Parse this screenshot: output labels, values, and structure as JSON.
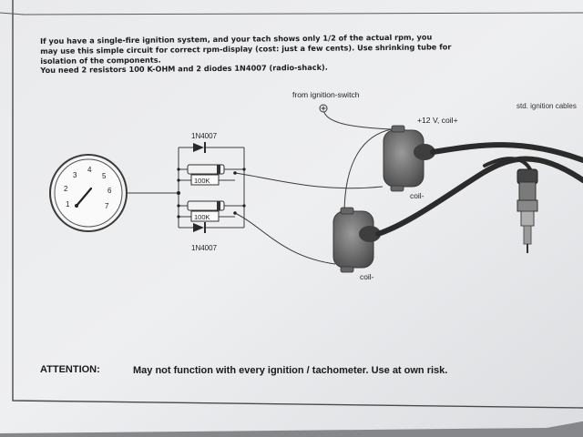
{
  "intro_lines": [
    "If you have a single-fire ignition system, and your tach shows only 1/2 of the actual rpm, you",
    "may use this simple circuit for correct rpm-display (cost: just a few cents). Use shrinking tube for",
    "isolation of the components.",
    "You need 2 resistors 100 K-OHM and 2 diodes 1N4007 (radio-shack)."
  ],
  "labels": {
    "ignition_switch": "from ignition-switch",
    "plus12": "+12 V, coil+",
    "ignition_cables": "std. ignition cables",
    "coil_minus_upper": "coil-",
    "coil_minus_lower": "coil-",
    "diode_top": "1N4007",
    "diode_bottom": "1N4007",
    "resistor_top": "100K",
    "resistor_bottom": "100K"
  },
  "tach_numbers": [
    "1",
    "2",
    "3",
    "4",
    "5",
    "6",
    "7"
  ],
  "attention": {
    "label": "ATTENTION:",
    "text": "May not function with every ignition / tachometer. Use at own risk."
  }
}
